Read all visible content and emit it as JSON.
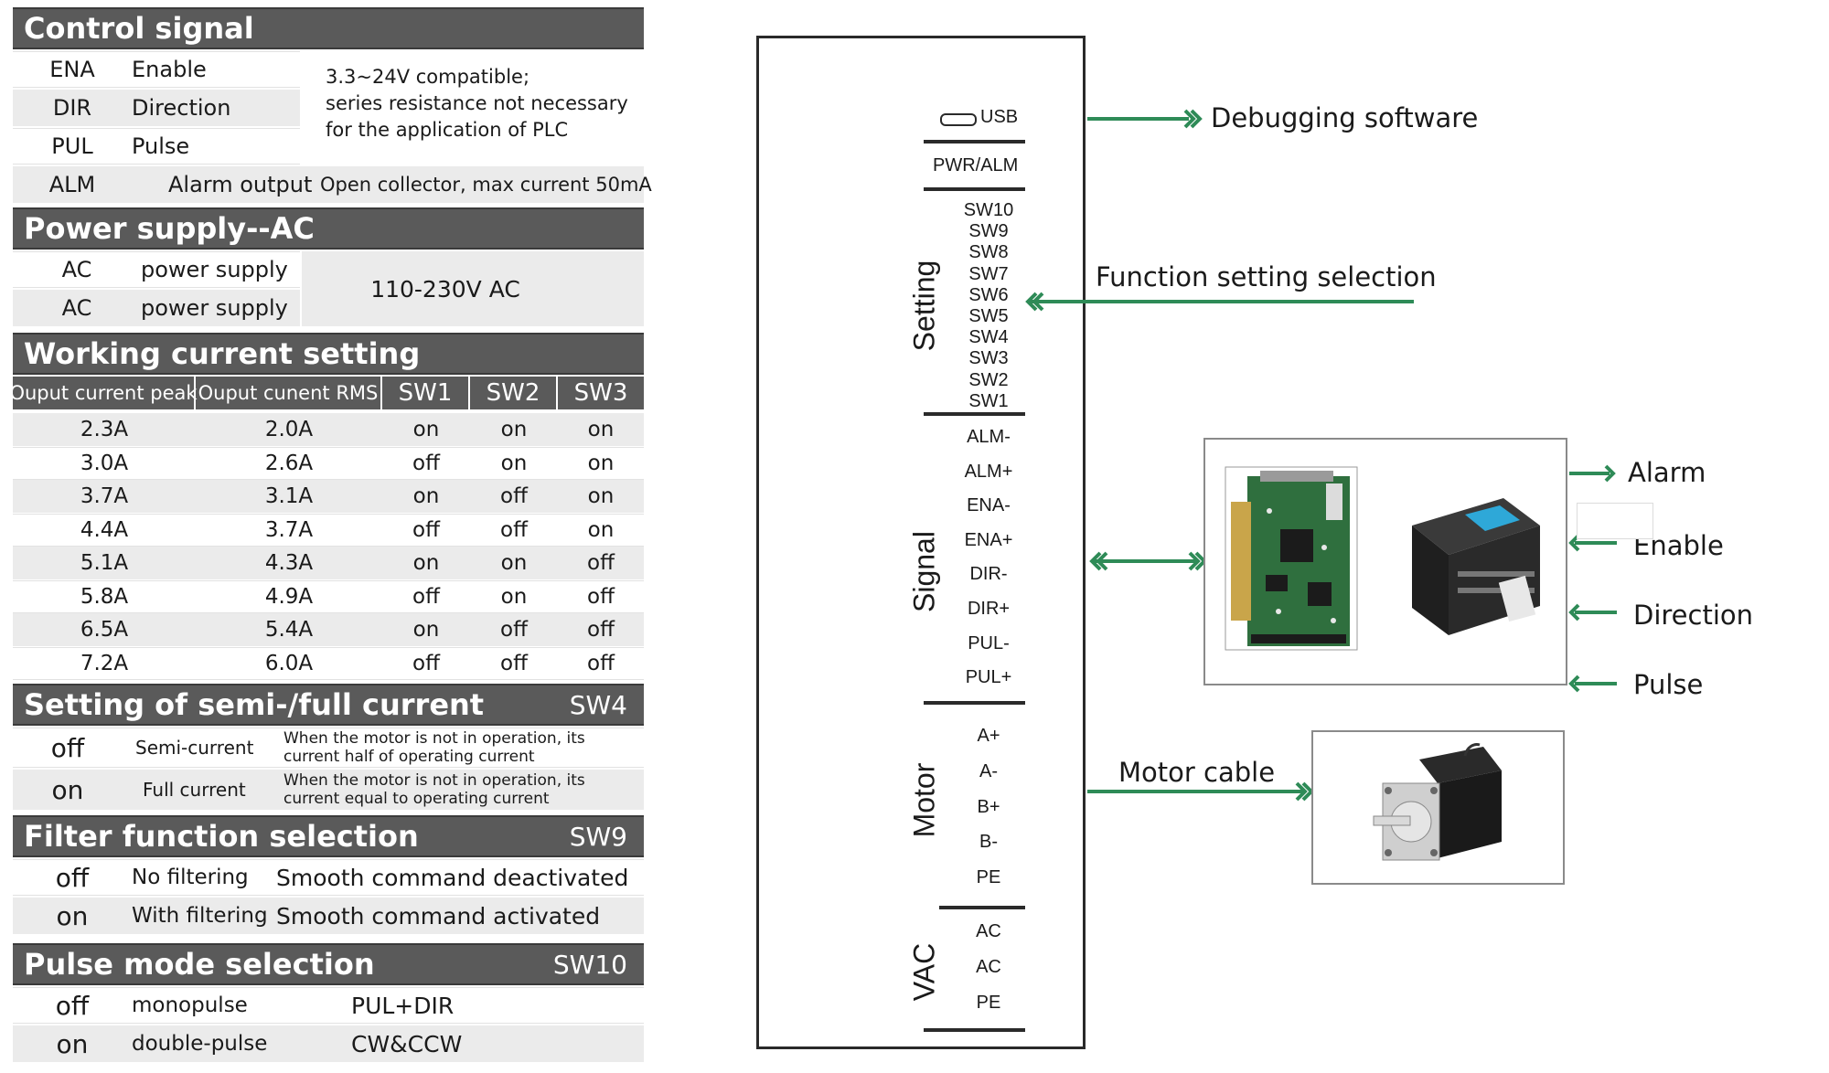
{
  "control_signal": {
    "title": "Control signal",
    "rows": [
      {
        "code": "ENA",
        "name": "Enable"
      },
      {
        "code": "DIR",
        "name": "Direction"
      },
      {
        "code": "PUL",
        "name": "Pulse"
      }
    ],
    "note_lines": [
      "3.3~24V compatible;",
      "series resistance not necessary",
      "for the application of PLC"
    ],
    "alm_code": "ALM",
    "alm_name": "Alarm output",
    "alm_note": "Open collector, max current 50mA"
  },
  "power_supply": {
    "title": "Power supply--AC",
    "rows": [
      {
        "code": "AC",
        "name": "power supply"
      },
      {
        "code": "AC",
        "name": "power supply"
      }
    ],
    "voltage": "110-230V AC"
  },
  "working_current": {
    "title": "Working current setting",
    "headers": [
      "Ouput current peak",
      "Ouput cunent RMS",
      "SW1",
      "SW2",
      "SW3"
    ],
    "rows": [
      [
        "2.3A",
        "2.0A",
        "on",
        "on",
        "on"
      ],
      [
        "3.0A",
        "2.6A",
        "off",
        "on",
        "on"
      ],
      [
        "3.7A",
        "3.1A",
        "on",
        "off",
        "on"
      ],
      [
        "4.4A",
        "3.7A",
        "off",
        "off",
        "on"
      ],
      [
        "5.1A",
        "4.3A",
        "on",
        "on",
        "off"
      ],
      [
        "5.8A",
        "4.9A",
        "off",
        "on",
        "off"
      ],
      [
        "6.5A",
        "5.4A",
        "on",
        "off",
        "off"
      ],
      [
        "7.2A",
        "6.0A",
        "off",
        "off",
        "off"
      ]
    ]
  },
  "semi_full": {
    "title": "Setting of semi-/full current",
    "switch": "SW4",
    "rows": [
      {
        "state": "off",
        "mode": "Semi-current",
        "desc1": "When the motor is not in operation, its",
        "desc2": "current half of operating current"
      },
      {
        "state": "on",
        "mode": "Full current",
        "desc1": "When the motor is not in operation, its",
        "desc2": "current equal to operating current"
      }
    ]
  },
  "filter": {
    "title": "Filter function selection",
    "switch": "SW9",
    "rows": [
      {
        "state": "off",
        "mode": "No filtering",
        "desc": "Smooth command deactivated"
      },
      {
        "state": "on",
        "mode": "With filtering",
        "desc": "Smooth command activated"
      }
    ]
  },
  "pulse_mode": {
    "title": "Pulse mode selection",
    "switch": "SW10",
    "rows": [
      {
        "state": "off",
        "mode": "monopulse",
        "desc": "PUL+DIR"
      },
      {
        "state": "on",
        "mode": "double-pulse",
        "desc": "CW&CCW"
      }
    ]
  },
  "diagram": {
    "usb": "USB",
    "pwr_alm": "PWR/ALM",
    "setting_label": "Setting",
    "switches": [
      "SW10",
      "SW9",
      "SW8",
      "SW7",
      "SW6",
      "SW5",
      "SW4",
      "SW3",
      "SW2",
      "SW1"
    ],
    "signal_label": "Signal",
    "signal_pins": [
      "ALM-",
      "ALM+",
      "ENA-",
      "ENA+",
      "DIR-",
      "DIR+",
      "PUL-",
      "PUL+"
    ],
    "motor_label": "Motor",
    "motor_pins": [
      "A+",
      "A-",
      "B+",
      "B-",
      "PE"
    ],
    "vac_label": "VAC",
    "vac_pins": [
      "AC",
      "AC",
      "PE"
    ],
    "debugging": "Debugging software",
    "function_setting": "Function setting selection",
    "alarm": "Alarm",
    "enable": "Enable",
    "direction": "Direction",
    "pulse": "Pulse",
    "motor_cable": "Motor cable",
    "arrow_color": "#2e8b57"
  }
}
